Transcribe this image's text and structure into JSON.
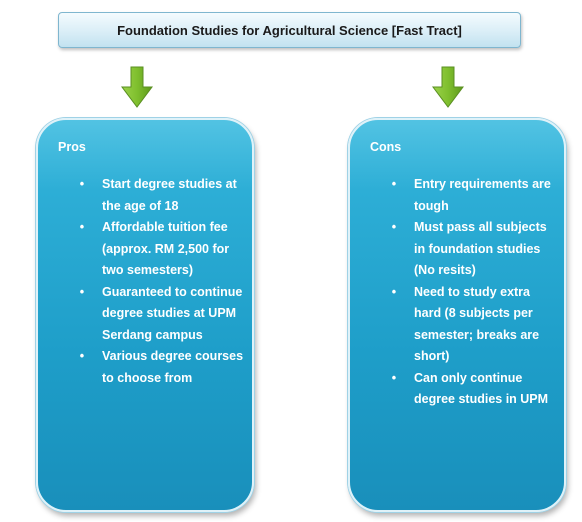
{
  "title": "Foundation Studies for Agricultural Science [Fast Tract]",
  "colors": {
    "panel": "#1e9ec9",
    "arrow": "#8cc63f",
    "title_box": "#daeef7"
  },
  "pros": {
    "heading": "Pros",
    "items": [
      "Start degree studies at the age of 18",
      "Affordable tuition fee (approx. RM 2,500  for two semesters)",
      "Guaranteed to continue degree studies at UPM Serdang campus",
      "Various degree courses to choose from"
    ]
  },
  "cons": {
    "heading": "Cons",
    "items": [
      "Entry requirements are tough",
      "Must pass all subjects in foundation studies (No resits)",
      "Need to study extra hard (8 subjects per semester; breaks are short)",
      "Can only continue degree studies in UPM"
    ]
  }
}
